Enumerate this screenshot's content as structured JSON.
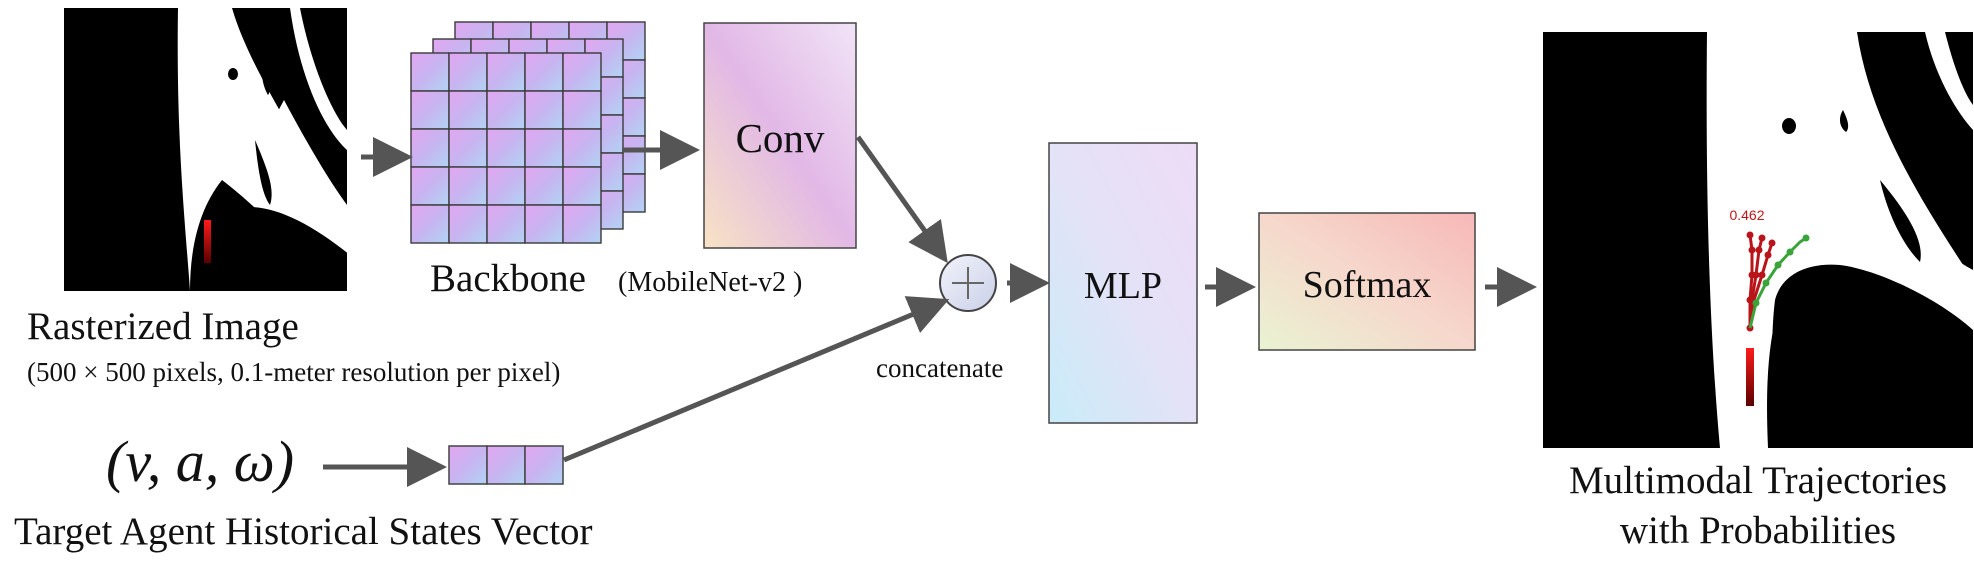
{
  "diagram": {
    "input_image": {
      "title": "Rasterized Image",
      "subtitle": "(500 × 500 pixels, 0.1-meter resolution per pixel)"
    },
    "backbone": {
      "label": "Backbone",
      "model": "(MobileNet-v2 )"
    },
    "conv": {
      "label": "Conv"
    },
    "concat": {
      "label": "concatenate"
    },
    "mlp": {
      "label": "MLP"
    },
    "softmax": {
      "label": "Softmax"
    },
    "state_vector": {
      "formula": "(v, a, ω)",
      "label": "Target Agent Historical States Vector"
    },
    "output": {
      "probability": "0.462",
      "title_line1": "Multimodal Trajectories",
      "title_line2": "with Probabilities"
    },
    "colors": {
      "arrow": "#555555",
      "grid_fill_a": "#c9a6f2",
      "grid_fill_b": "#bcd2f5",
      "trajectory_red": "#c0161a",
      "trajectory_green": "#3aa33a",
      "history_red": "#e10000"
    }
  }
}
